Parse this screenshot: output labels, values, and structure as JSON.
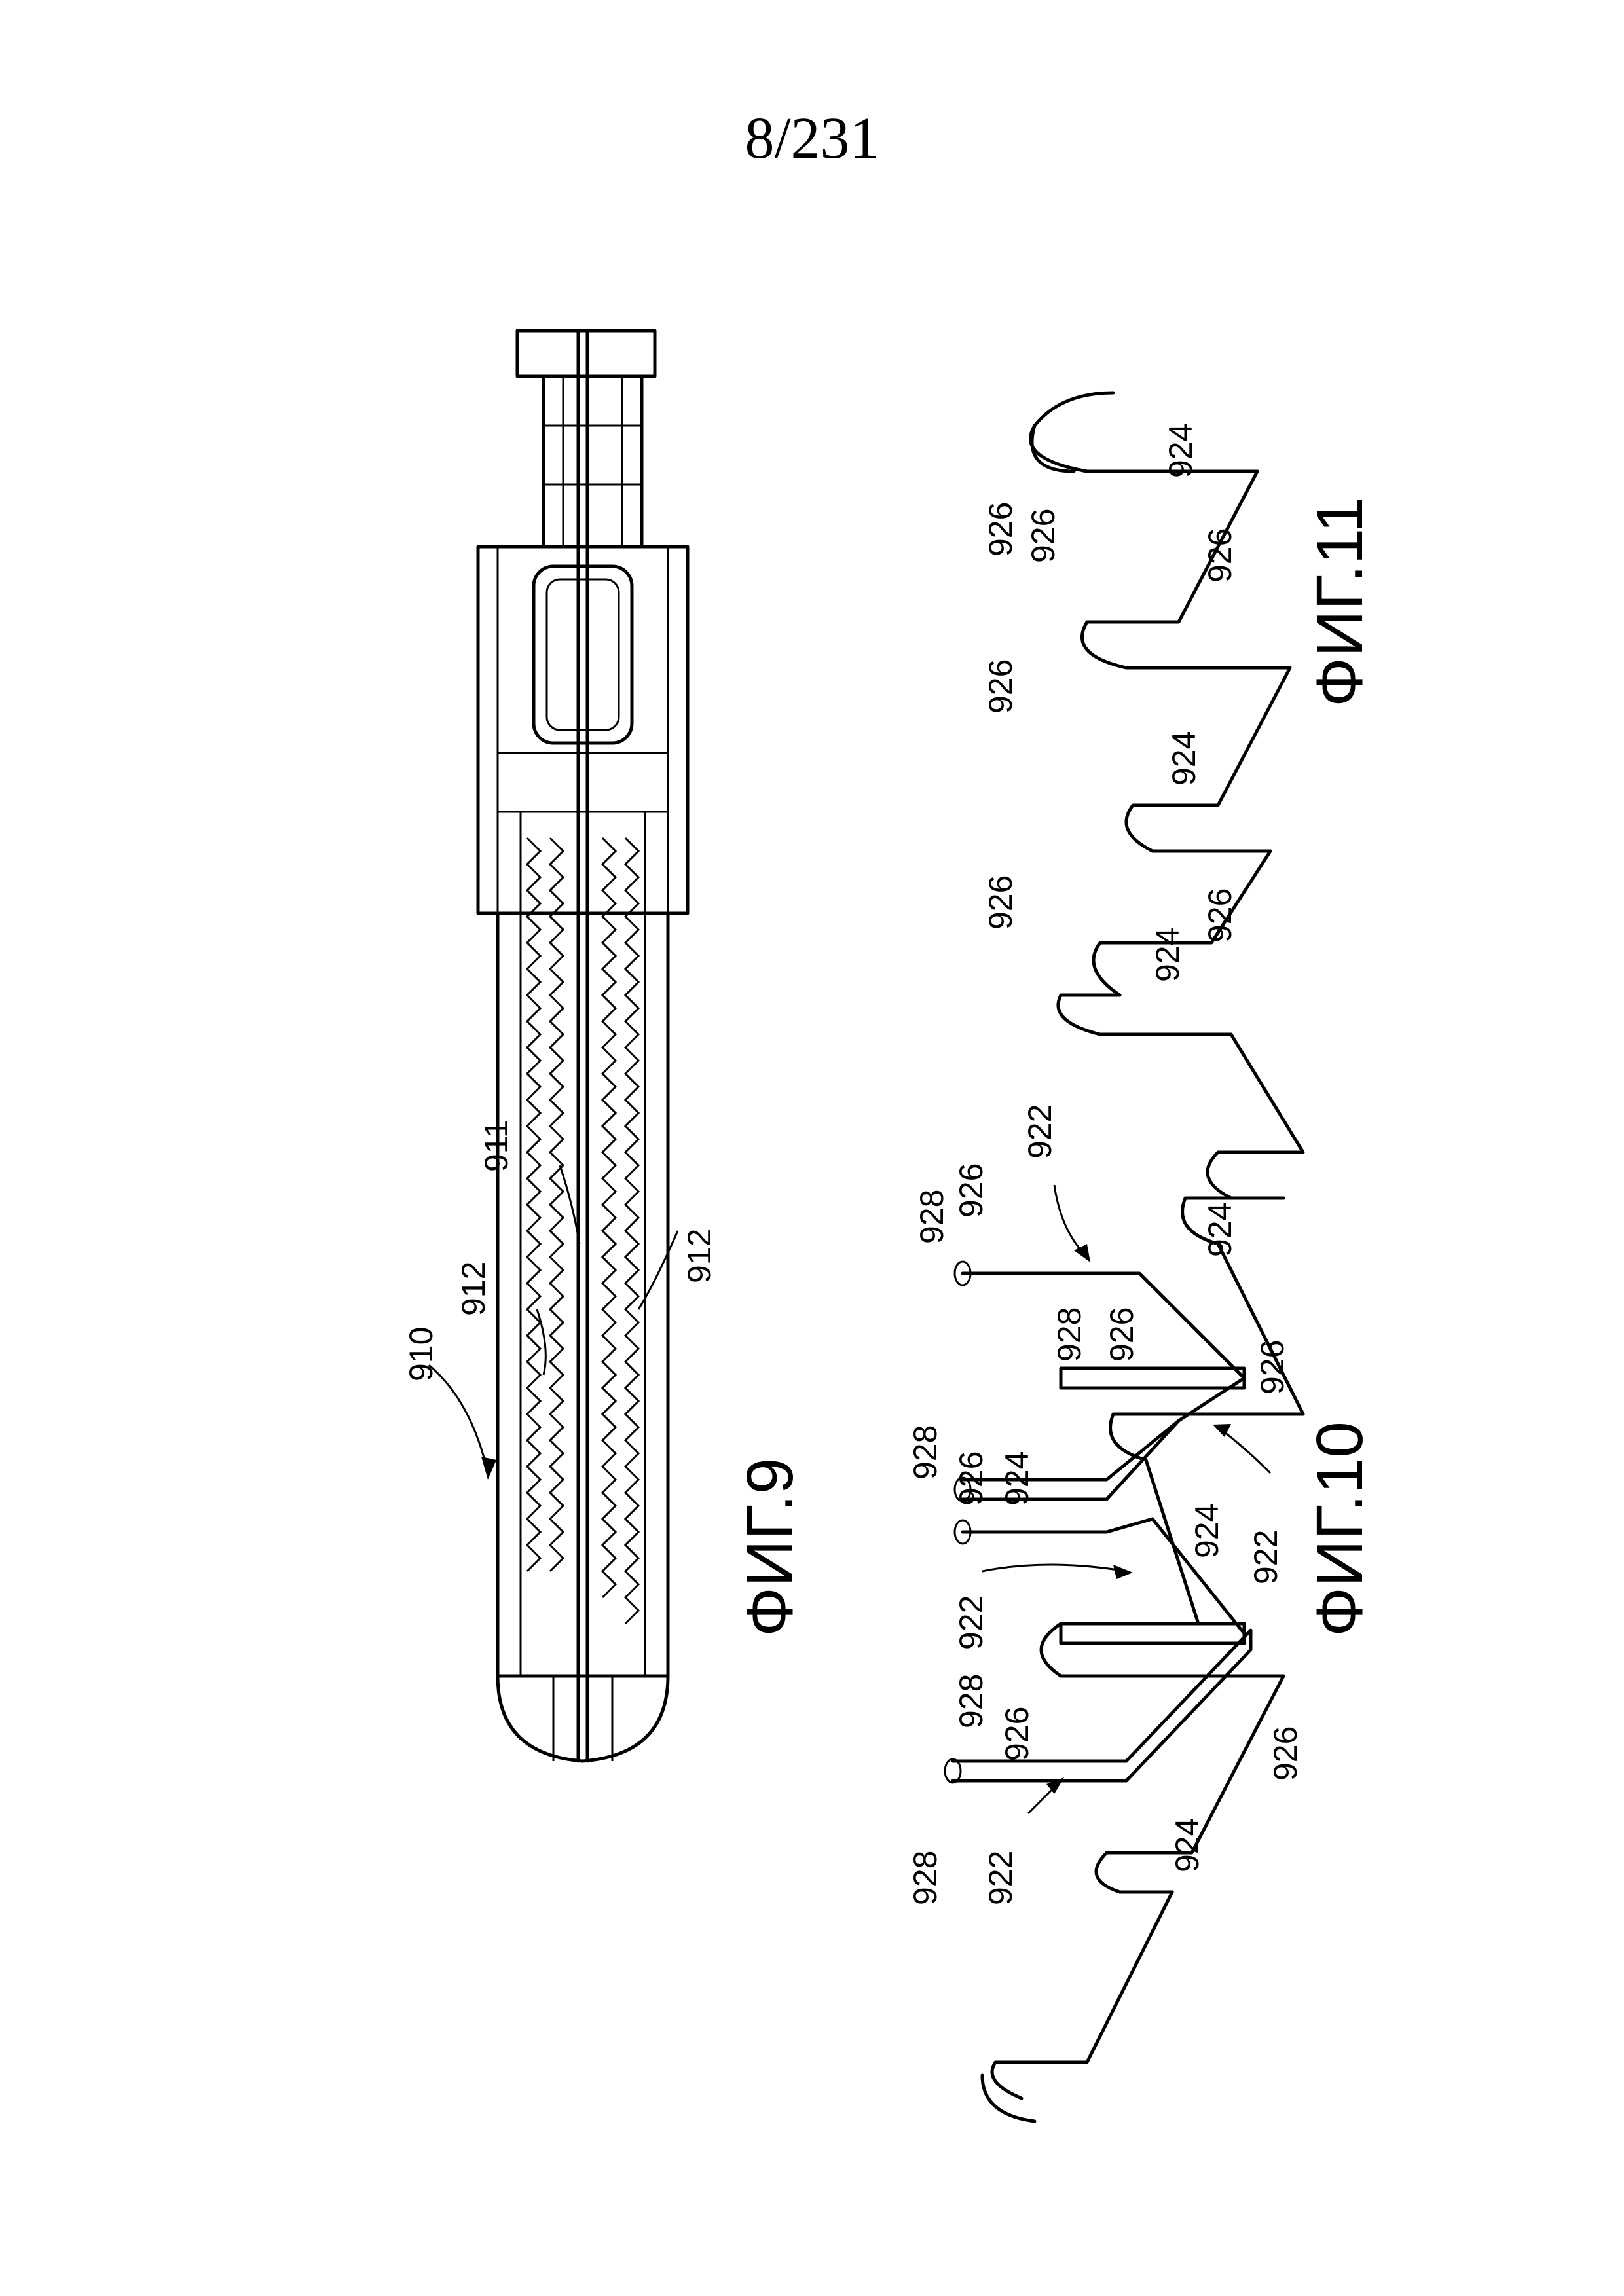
{
  "page_number": "8/231",
  "figures": {
    "fig9": {
      "caption": "ФИГ.9",
      "labels": {
        "l910": "910",
        "l911": "911",
        "l912a": "912",
        "l912b": "912"
      }
    },
    "fig10": {
      "caption": "ФИГ.10",
      "labels": {
        "a922": "922",
        "a926": "926",
        "a928": "928",
        "a924": "924",
        "b928": "928",
        "b926": "926",
        "b926b": "926",
        "c928": "928",
        "c926": "926",
        "c924": "924",
        "d924": "924",
        "d922": "922",
        "e922": "922",
        "e926": "926",
        "e928": "928",
        "f926": "926",
        "f928": "928",
        "f922": "922",
        "f924": "924"
      }
    },
    "fig11": {
      "caption": "ФИГ.11",
      "labels": {
        "g924": "924",
        "g926a": "926",
        "g926b": "926",
        "g926c": "926",
        "h926": "926",
        "h924": "924",
        "i926": "926",
        "i926b": "926",
        "i924": "924"
      }
    }
  }
}
